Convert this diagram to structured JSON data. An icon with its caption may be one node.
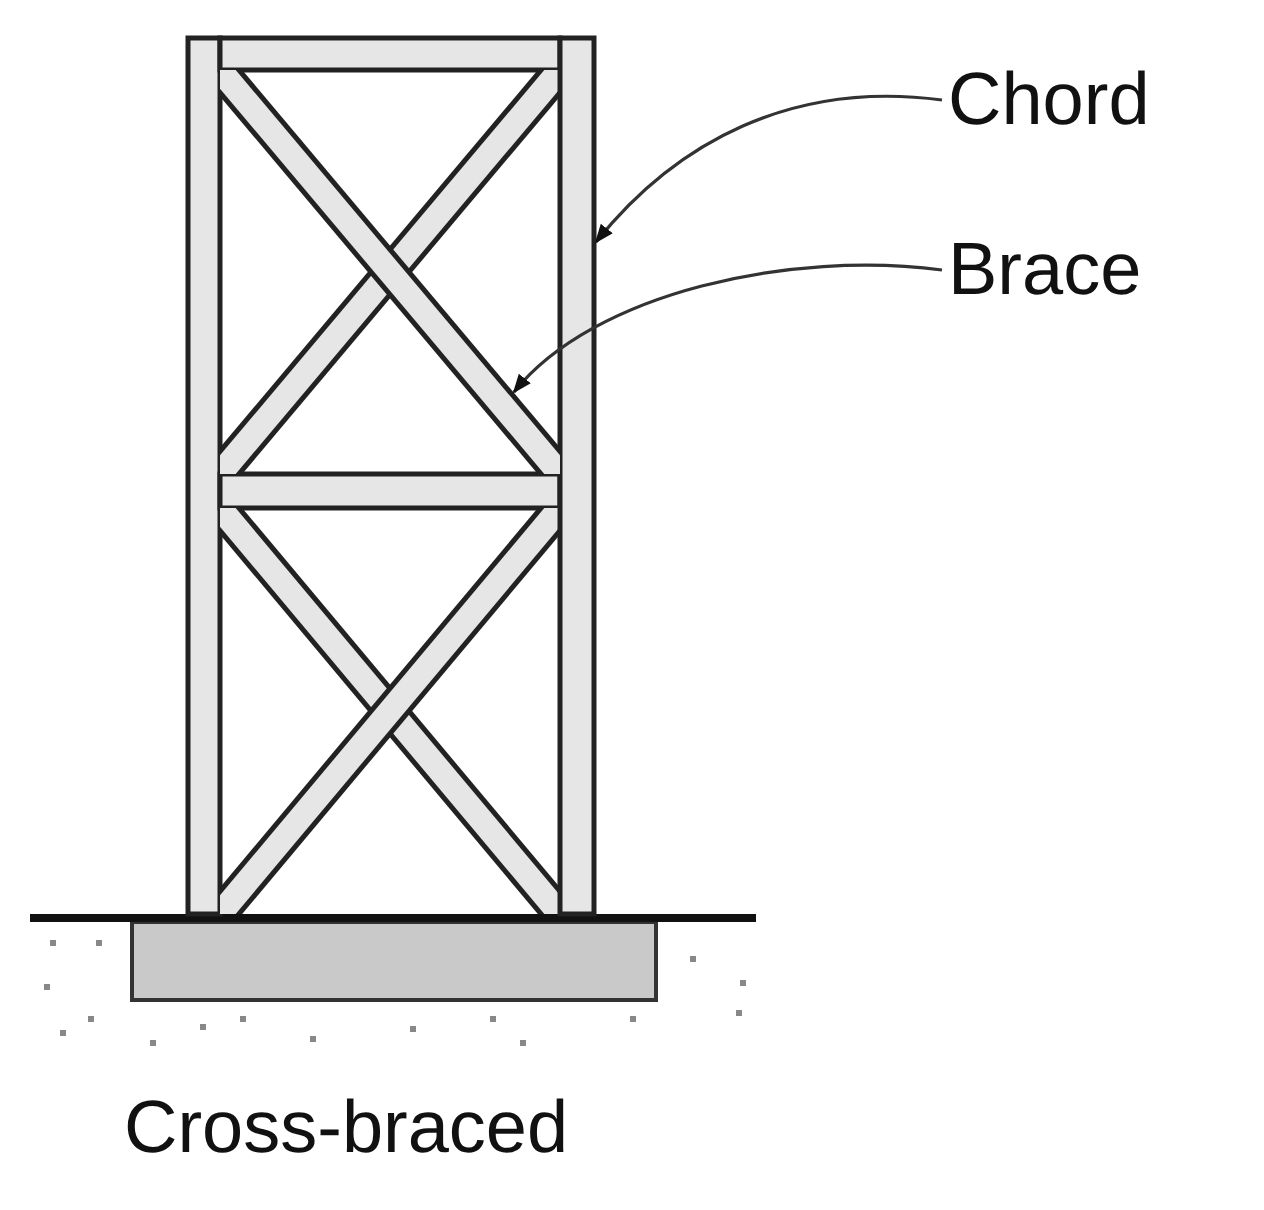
{
  "diagram": {
    "caption": "Cross-braced",
    "nodes": [
      {
        "text": [
          "Chord"
        ]
      },
      {
        "text": [
          "Brace"
        ]
      },
      {
        "text": [],
        "shape": "bar"
      },
      {
        "text": [],
        "shape": "bar"
      }
    ],
    "edges": [
      {
        "from": 0,
        "to": 2,
        "arrow": "to"
      },
      {
        "from": 1,
        "to": 3,
        "arrow": "to"
      }
    ]
  }
}
